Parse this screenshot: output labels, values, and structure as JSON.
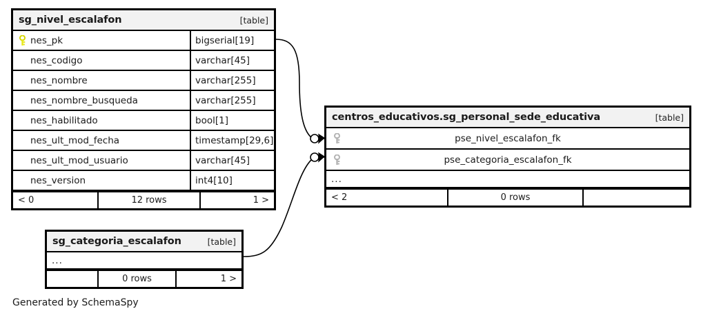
{
  "diagram": {
    "credit": "Generated by SchemaSpy",
    "table_tag": "[table]",
    "ellipsis": "...",
    "colors": {
      "primary_key_icon": "#e8e81c",
      "foreign_key_icon": "#b3b3b3",
      "border": "#000000",
      "header_background": "#f2f2f2",
      "page_background": "#ffffff"
    }
  },
  "tables": [
    {
      "id": "sg_nivel_escalafon",
      "title": "sg_nivel_escalafon",
      "tag": "[table]",
      "columns": [
        {
          "name": "nes_pk",
          "type": "bigserial[19]",
          "key": "primary"
        },
        {
          "name": "nes_codigo",
          "type": "varchar[45]",
          "key": "none"
        },
        {
          "name": "nes_nombre",
          "type": "varchar[255]",
          "key": "none"
        },
        {
          "name": "nes_nombre_busqueda",
          "type": "varchar[255]",
          "key": "none"
        },
        {
          "name": "nes_habilitado",
          "type": "bool[1]",
          "key": "none"
        },
        {
          "name": "nes_ult_mod_fecha",
          "type": "timestamp[29,6]",
          "key": "none"
        },
        {
          "name": "nes_ult_mod_usuario",
          "type": "varchar[45]",
          "key": "none"
        },
        {
          "name": "nes_version",
          "type": "int4[10]",
          "key": "none"
        }
      ],
      "footer": {
        "left": "< 0",
        "center": "12 rows",
        "right": "1 >"
      }
    },
    {
      "id": "centros_educativos.sg_personal_sede_educativa",
      "title": "centros_educativos.sg_personal_sede_educativa",
      "tag": "[table]",
      "columns": [
        {
          "name": "pse_nivel_escalafon_fk",
          "type": "",
          "key": "foreign"
        },
        {
          "name": "pse_categoria_escalafon_fk",
          "type": "",
          "key": "foreign"
        }
      ],
      "has_ellipsis_row": true,
      "footer": {
        "left": "< 2",
        "center": "0 rows",
        "right": ""
      }
    },
    {
      "id": "sg_categoria_escalafon",
      "title": "sg_categoria_escalafon",
      "tag": "[table]",
      "columns": [],
      "has_ellipsis_row": true,
      "footer": {
        "left": "",
        "center": "0 rows",
        "right": "1 >"
      }
    }
  ],
  "relationships": [
    {
      "id": "rel-nes_pk-to-pse_nivel_escalafon_fk",
      "from_table": "sg_nivel_escalafon",
      "from_column": "nes_pk",
      "to_table": "centros_educativos.sg_personal_sede_educativa",
      "to_column": "pse_nivel_escalafon_fk",
      "notation": "crows-foot-optional"
    },
    {
      "id": "rel-sg_categoria_escalafon-to-pse_categoria_escalafon_fk",
      "from_table": "sg_categoria_escalafon",
      "from_column": "...",
      "to_table": "centros_educativos.sg_personal_sede_educativa",
      "to_column": "pse_categoria_escalafon_fk",
      "notation": "crows-foot-optional"
    }
  ]
}
